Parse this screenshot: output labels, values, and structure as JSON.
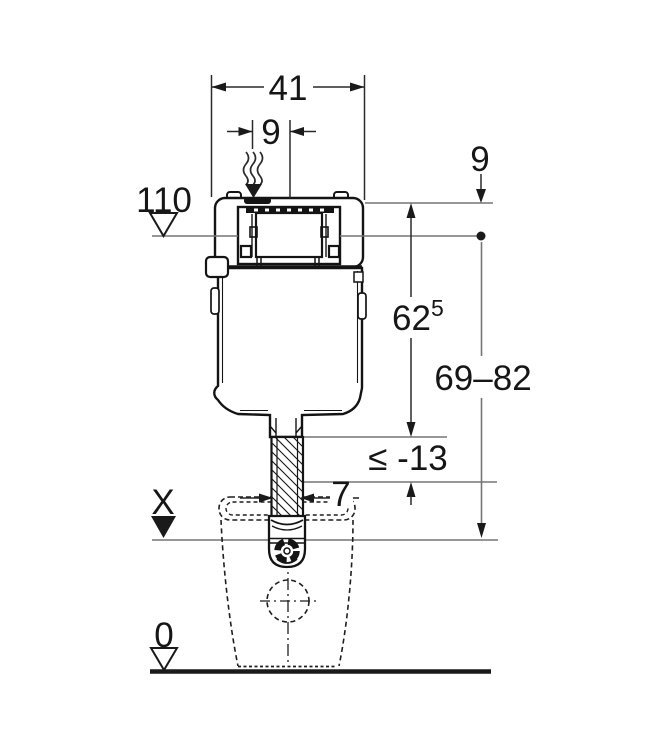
{
  "diagram": {
    "type": "installation-dimension-drawing",
    "subject": "concealed-cistern-with-wc-pan",
    "labels": {
      "width_top": "41",
      "supply_offset": "9",
      "level_110": "110",
      "top_offset_right": "9",
      "cistern_height_base": "62",
      "cistern_height_sup": "5",
      "install_height_range": "69–82",
      "flush_pipe_depth": "≤ -13",
      "flush_pipe_width": "7",
      "level_x": "X",
      "level_zero": "0"
    },
    "colors": {
      "background": "#ffffff",
      "product_line": "#141414",
      "dimension_line": "#2a2a2a",
      "reference_line": "#757575",
      "text": "#161616"
    },
    "units": "cm"
  }
}
